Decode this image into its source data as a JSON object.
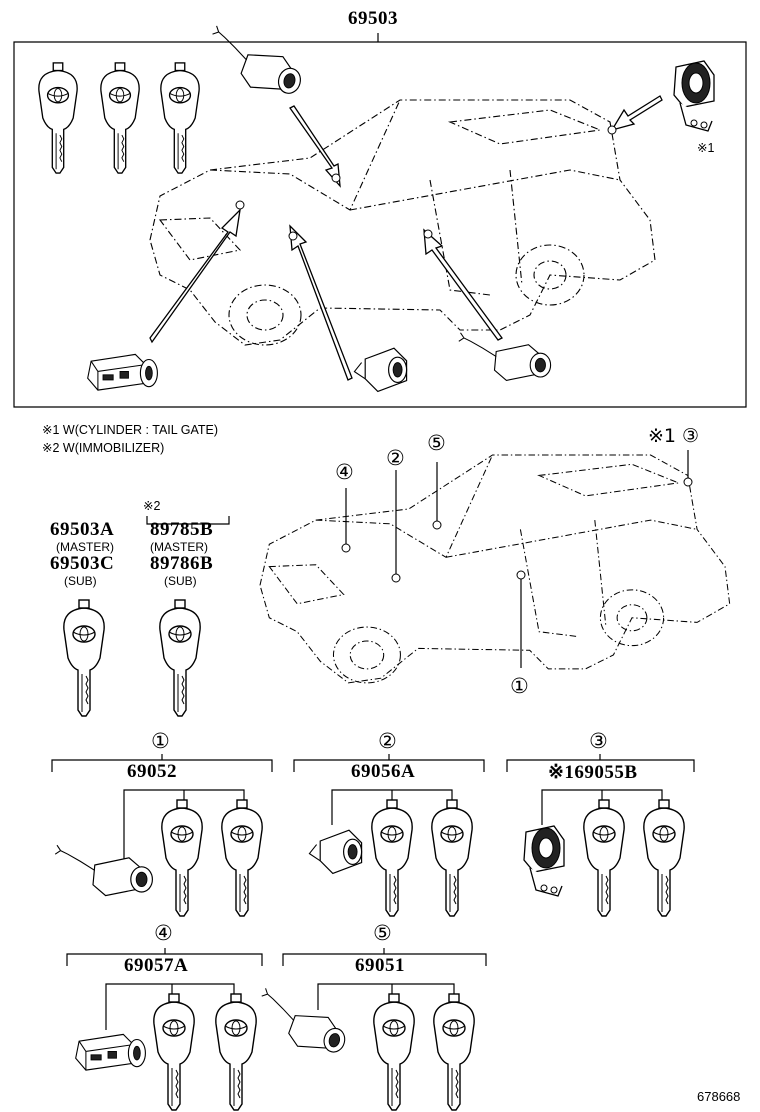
{
  "top_group": {
    "part_number": "69503",
    "note_mark": "※1"
  },
  "notes": [
    {
      "text": "※1 W(CYLINDER : TAIL GATE)"
    },
    {
      "text": "※2 W(IMMOBILIZER)"
    }
  ],
  "key_sets": {
    "left": {
      "line1": "69503A",
      "line2": "(MASTER)",
      "line3": "69503C",
      "line4": "(SUB)"
    },
    "right": {
      "mark": "※2",
      "line1": "89785B",
      "line2": "(MASTER)",
      "line3": "89786B",
      "line4": "(SUB)"
    }
  },
  "vehicle_callouts": [
    {
      "num": "④"
    },
    {
      "num": "②"
    },
    {
      "num": "⑤"
    },
    {
      "num": "※1 ③"
    },
    {
      "num": "①"
    }
  ],
  "groups": [
    {
      "num": "①",
      "part_number": "69052"
    },
    {
      "num": "②",
      "part_number": "69056A"
    },
    {
      "num": "③",
      "part_number": "※169055B"
    },
    {
      "num": "④",
      "part_number": "69057A"
    },
    {
      "num": "⑤",
      "part_number": "69051"
    }
  ],
  "diagram_id": "678668",
  "icons": [
    "key-icon",
    "door-lock-cylinder-icon",
    "ignition-switch-icon",
    "tailgate-cylinder-icon",
    "truck-outline-icon",
    "arrow-icon"
  ]
}
